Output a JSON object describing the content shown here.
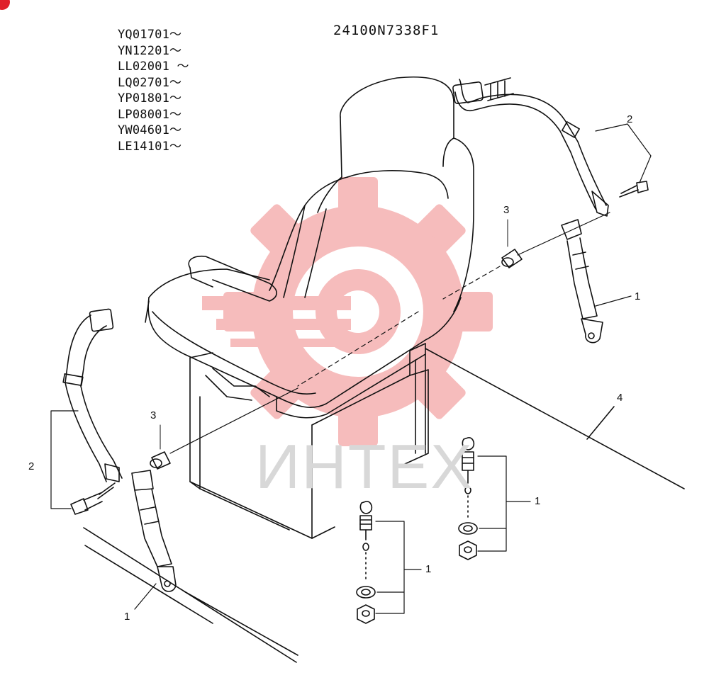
{
  "drawing_number": "24100N7338F1",
  "serial_ranges": [
    "YQ01701～",
    "YN12201～",
    "LL02001 ～",
    "LQ02701～",
    "YP01801～",
    "LP08001～",
    "YW04601～",
    "LE14101～"
  ],
  "callouts": {
    "belt_right": "1",
    "belt_left": "1",
    "bolt_set_center": "1",
    "bolt_set_right": "1",
    "retractor_right": "2",
    "retractor_left": "2",
    "collar_right": "3",
    "collar_left": "3",
    "seat_leader": "4"
  },
  "watermark": {
    "text": "ИНТЕХ",
    "gear_color": "#f4a6a6",
    "text_color": "#d8d8d8"
  },
  "colors": {
    "line": "#111111",
    "corner_badge": "#e0202a"
  }
}
